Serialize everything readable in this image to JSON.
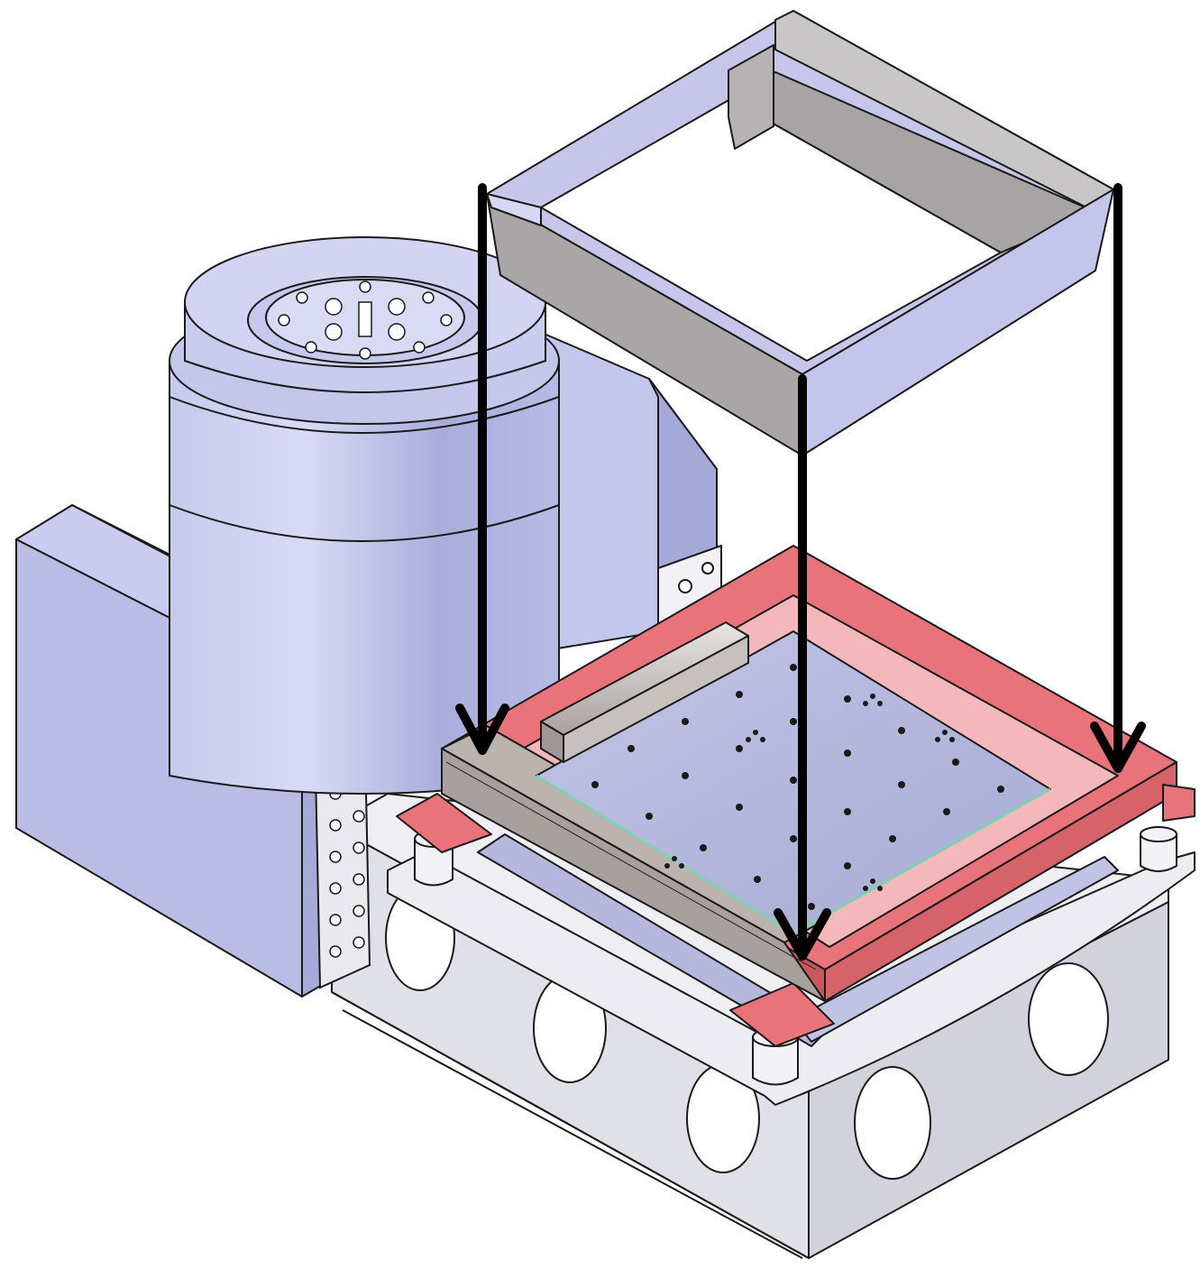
{
  "diagram": {
    "parts": [
      {
        "id": "frame-cover",
        "kind": "tray"
      },
      {
        "id": "cylindrical-motor",
        "kind": "cylinder"
      },
      {
        "id": "side-panel",
        "kind": "box"
      },
      {
        "id": "motor-bracket",
        "kind": "box"
      },
      {
        "id": "red-mounting-frame",
        "kind": "frame"
      },
      {
        "id": "perforated-plate",
        "kind": "plate"
      },
      {
        "id": "linear-rail",
        "kind": "rail"
      },
      {
        "id": "support-posts",
        "kind": "post"
      },
      {
        "id": "base-housing",
        "kind": "box"
      },
      {
        "id": "terminal-strip",
        "kind": "strip"
      }
    ],
    "arrows": [
      {
        "id": "left",
        "direction": "down"
      },
      {
        "id": "center",
        "direction": "down"
      },
      {
        "id": "right",
        "direction": "down"
      }
    ],
    "colors": {
      "stroke": "#1a1a1a",
      "lavender": "#b9bde6",
      "lavender_light": "#d3d5f2",
      "lavender_dark": "#9da2d0",
      "gray_housing": "#e2e2ea",
      "gray_housing_dark": "#c9c9d4",
      "red_frame": "#e8737a",
      "red_frame_dark": "#c9575e",
      "plate": "#b3b6d9",
      "tray_gray": "#a8a4a6",
      "arrow": "#000000"
    }
  }
}
